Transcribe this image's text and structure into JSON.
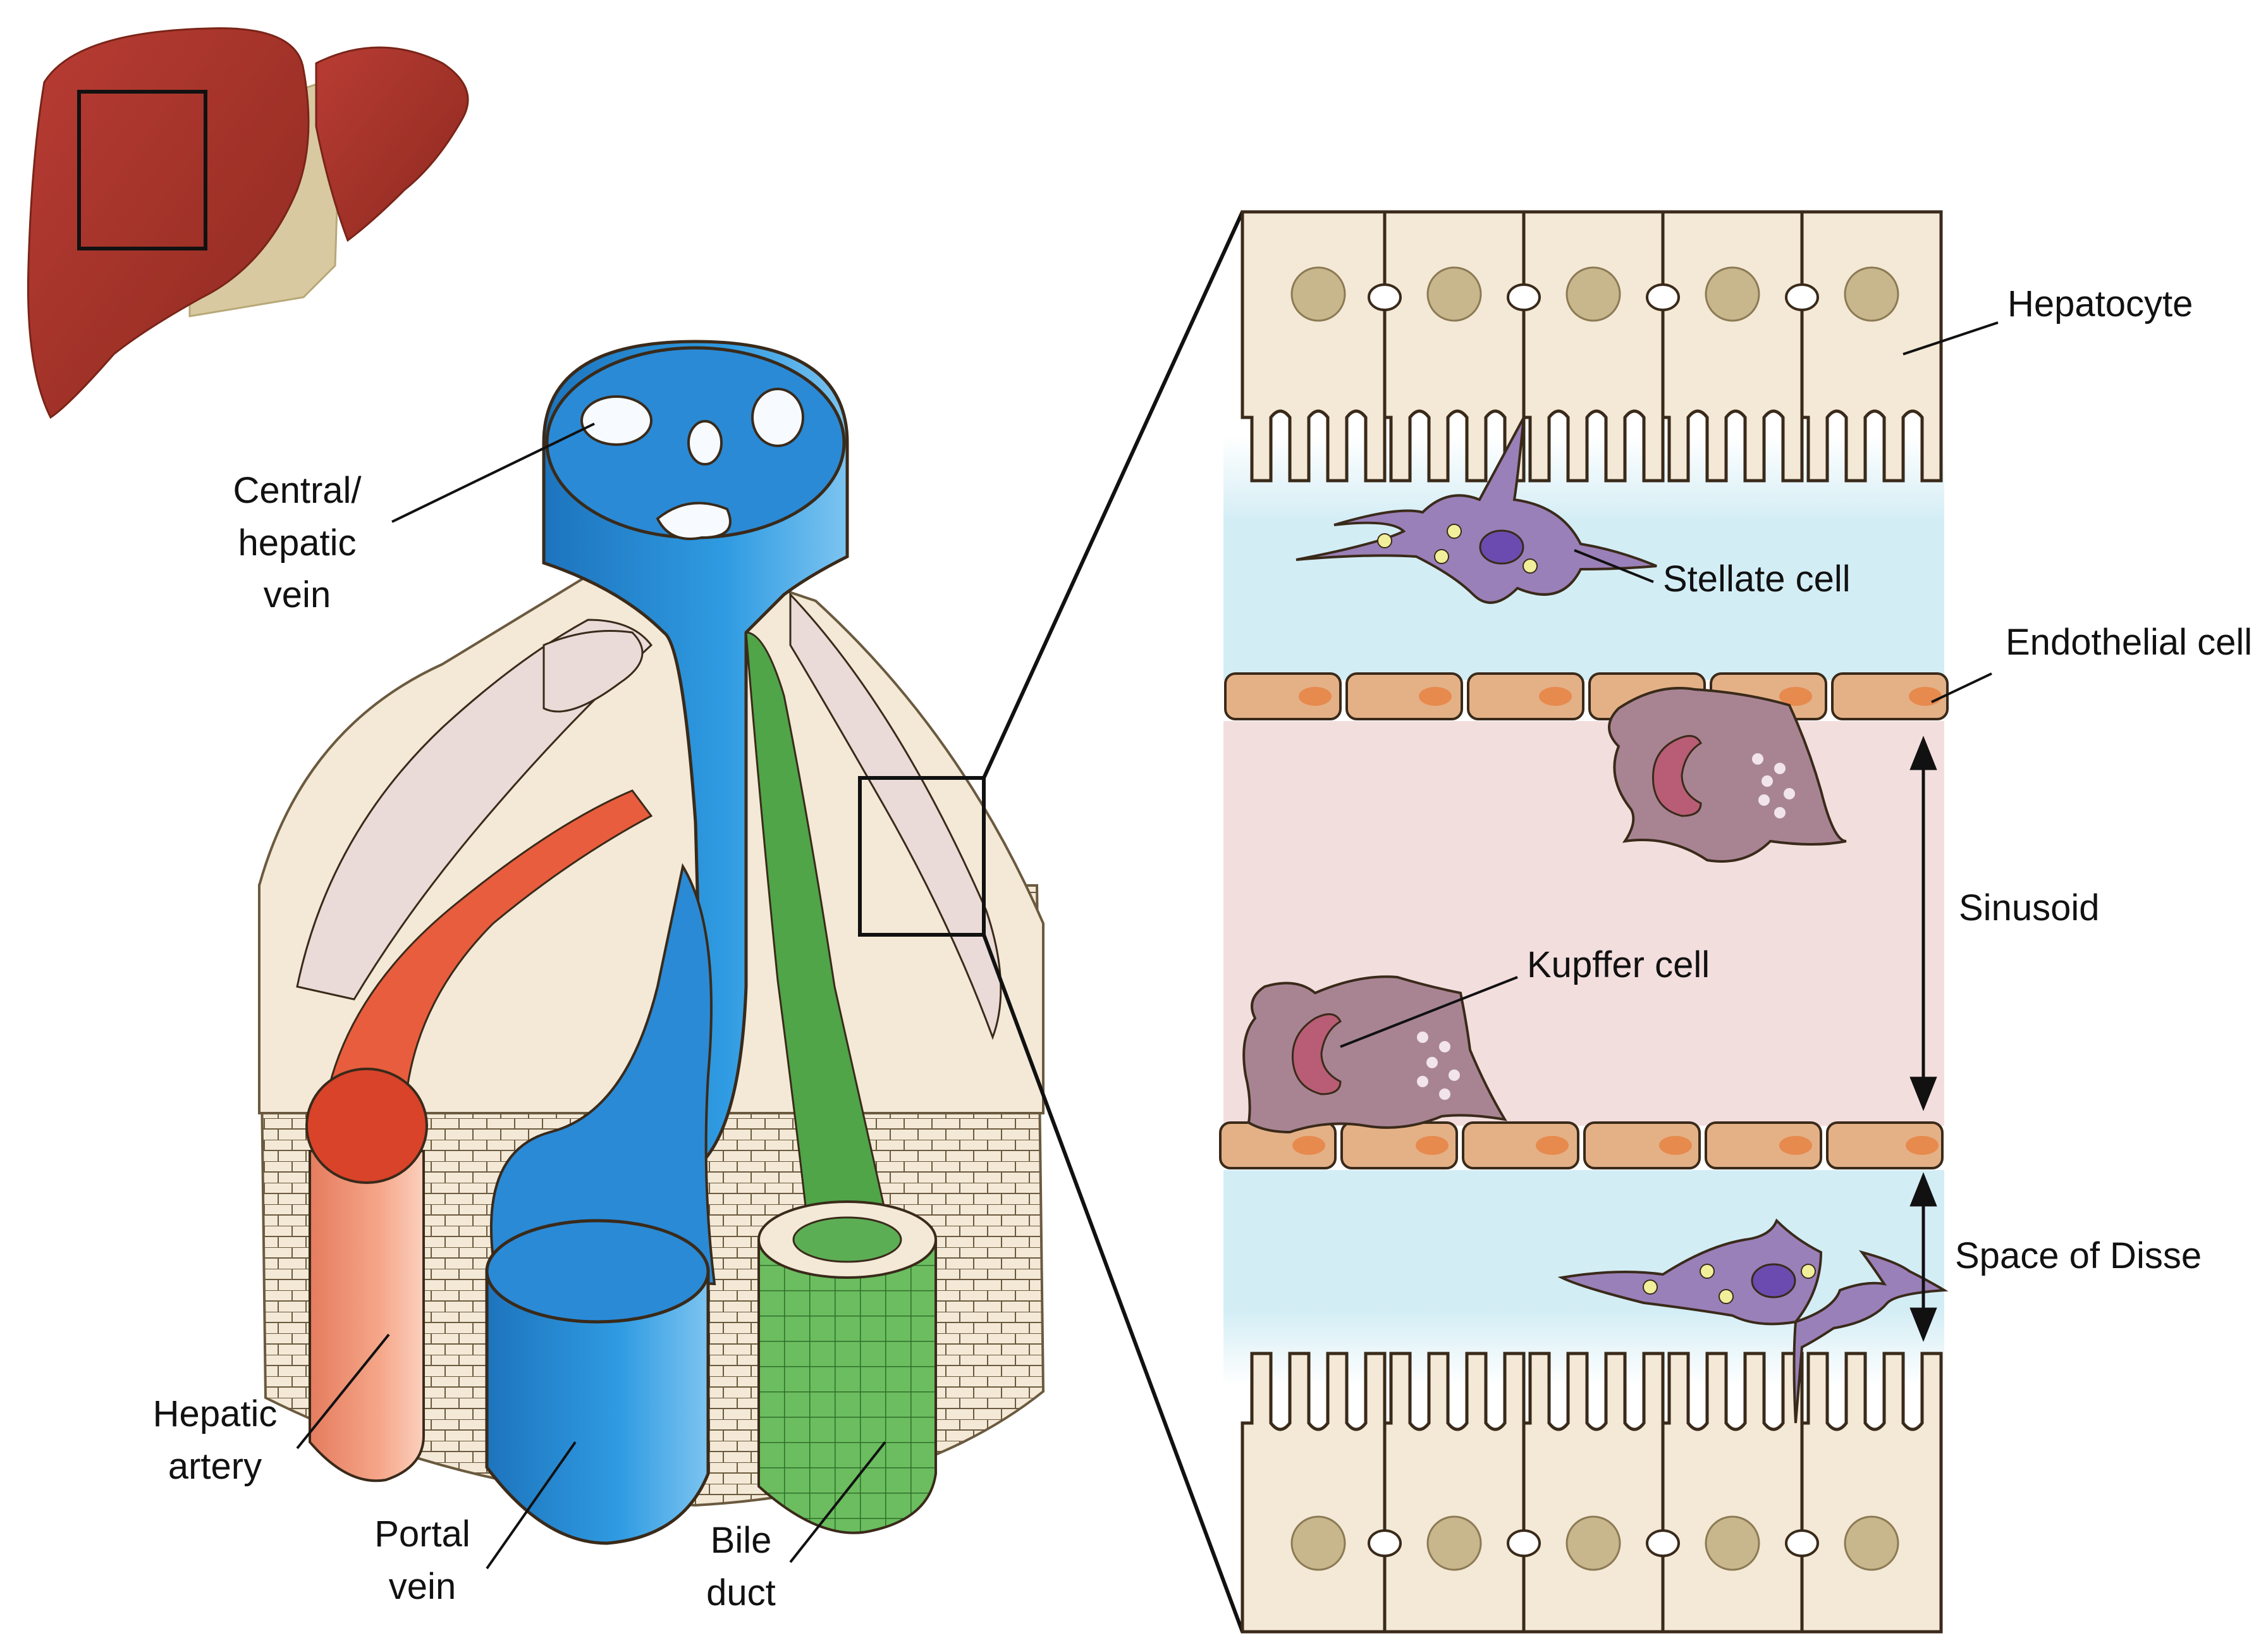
{
  "labels": {
    "central_vein_line1": "Central/",
    "central_vein_line2": "hepatic",
    "central_vein_line3": "vein",
    "hepatic_artery_line1": "Hepatic",
    "hepatic_artery_line2": "artery",
    "portal_vein_line1": "Portal",
    "portal_vein_line2": "vein",
    "bile_duct_line1": "Bile",
    "bile_duct_line2": "duct",
    "hepatocyte": "Hepatocyte",
    "stellate_cell": "Stellate cell",
    "endothelial_cell": "Endothelial cell",
    "sinusoid": "Sinusoid",
    "kupffer_cell": "Kupffer cell",
    "space_of_disse": "Space of Disse"
  },
  "colors": {
    "liver": "#9e2f22",
    "liver_highlight": "#b8403a",
    "gallbladder_tissue": "#d8c9a0",
    "hepatocyte_fill": "#f3e9d6",
    "hepatocyte_nucleus": "#c8b68c",
    "central_vein": "#2a8ad6",
    "portal_vein": "#2f9be2",
    "hepatic_artery": "#f2997a",
    "hepatic_artery_top": "#d8432a",
    "bile_duct": "#5cae55",
    "space_of_disse": "#d3edf5",
    "sinusoid": "#f3dede",
    "endothelial_cell": "#e4b187",
    "endothelial_nucleus": "#e78a4e",
    "stellate_cell": "#9a80b8",
    "kupffer_cell": "#a88493",
    "outline": "#3a2a1a"
  }
}
